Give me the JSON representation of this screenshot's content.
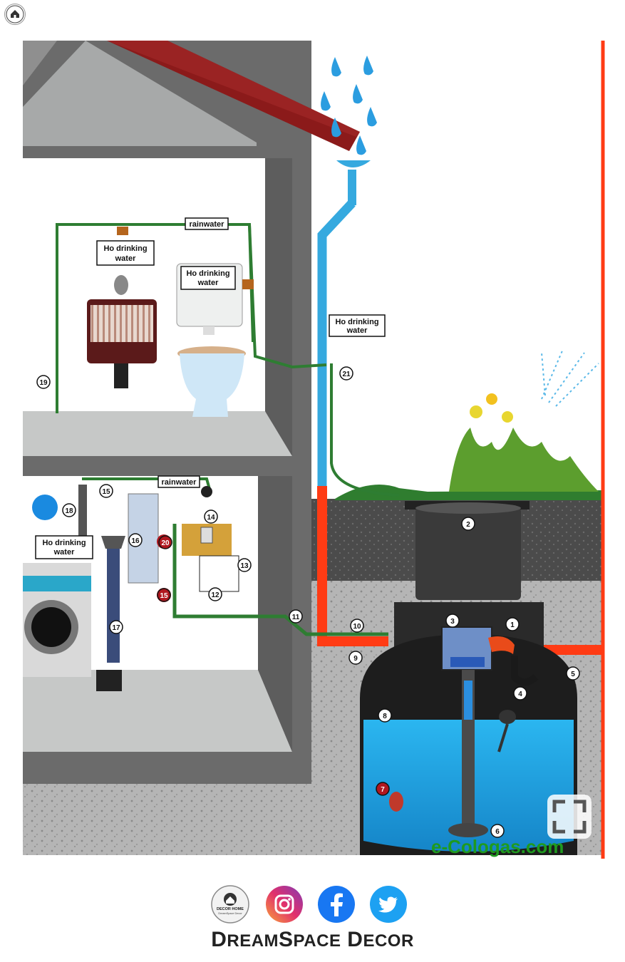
{
  "labels": {
    "rainwater_top": "rainwater",
    "rainwater_bottom": "rainwater",
    "no_drinking_left": [
      "Ho drinking",
      "water"
    ],
    "no_drinking_toilet": [
      "Ho drinking",
      "water"
    ],
    "no_drinking_pipe": [
      "Ho drinking",
      "water"
    ],
    "no_drinking_washer": [
      "Ho drinking",
      "water"
    ]
  },
  "numbers": {
    "n1": "1",
    "n2": "2",
    "n3": "3",
    "n4": "4",
    "n5": "5",
    "n6": "6",
    "n7": "7",
    "n8": "8",
    "n9": "9",
    "n10": "10",
    "n11": "11",
    "n12": "12",
    "n13": "13",
    "n14": "14",
    "n15a": "15",
    "n15b": "15",
    "n16": "16",
    "n17": "17",
    "n18": "18",
    "n19": "19",
    "n20": "20",
    "n21": "21"
  },
  "watermark": "e-Cologas.com",
  "logo": {
    "line1": "DECOR HOME",
    "line2": "DreamSpace Decor"
  },
  "brand": {
    "first_cap": "D",
    "first_rest": "REAM",
    "second_cap": "S",
    "second_rest": "PACE",
    "third_cap": "D",
    "third_rest": "ECOR"
  },
  "colors": {
    "water": "#1aa9e6",
    "pipe_green": "#2e7d32",
    "downpipe": "#35a9df",
    "overflow_red": "#ff3b14",
    "roof": "#8b1a1a",
    "wall": "#5a5a5a"
  },
  "icons": [
    "house-logo-icon",
    "instagram-icon",
    "facebook-icon",
    "twitter-icon",
    "expand-icon"
  ]
}
